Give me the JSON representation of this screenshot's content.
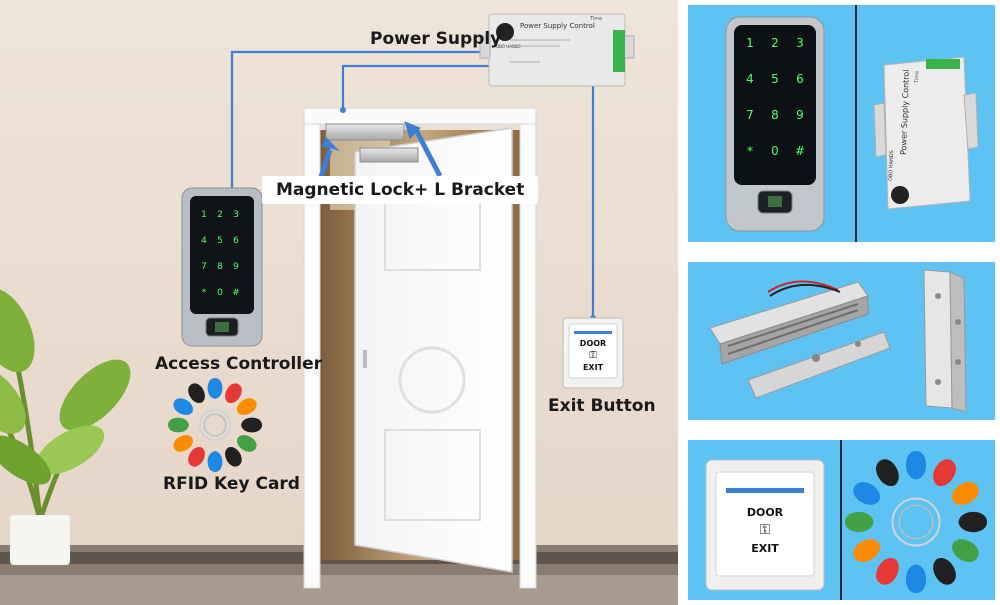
{
  "labels": {
    "power_supply": "Power Supply",
    "magnetic_lock": "Magnetic Lock+ L Bracket",
    "access_controller": "Access Controller",
    "rfid_key_card": "RFID Key Card",
    "exit_button": "Exit Button"
  },
  "power_unit": {
    "title": "Power Supply Control",
    "brand": "OBO HANDS",
    "time": "Time"
  },
  "keypad_keys": [
    "1",
    "2",
    "3",
    "4",
    "5",
    "6",
    "7",
    "8",
    "9",
    "*",
    "0",
    "#"
  ],
  "exit_plate": {
    "door": "DOOR",
    "exit": "EXIT"
  },
  "colors": {
    "wire": "#3d7fd6",
    "panel_bg": "#5ec3f2",
    "key_glow": "#4dff6a",
    "arrow": "#3d7fd6",
    "fob_colors": [
      "#1e88e5",
      "#e53935",
      "#fb8c00",
      "#212121",
      "#43a047",
      "#212121",
      "#1e88e5",
      "#e53935",
      "#fb8c00",
      "#43a047",
      "#1e88e5",
      "#212121"
    ]
  }
}
